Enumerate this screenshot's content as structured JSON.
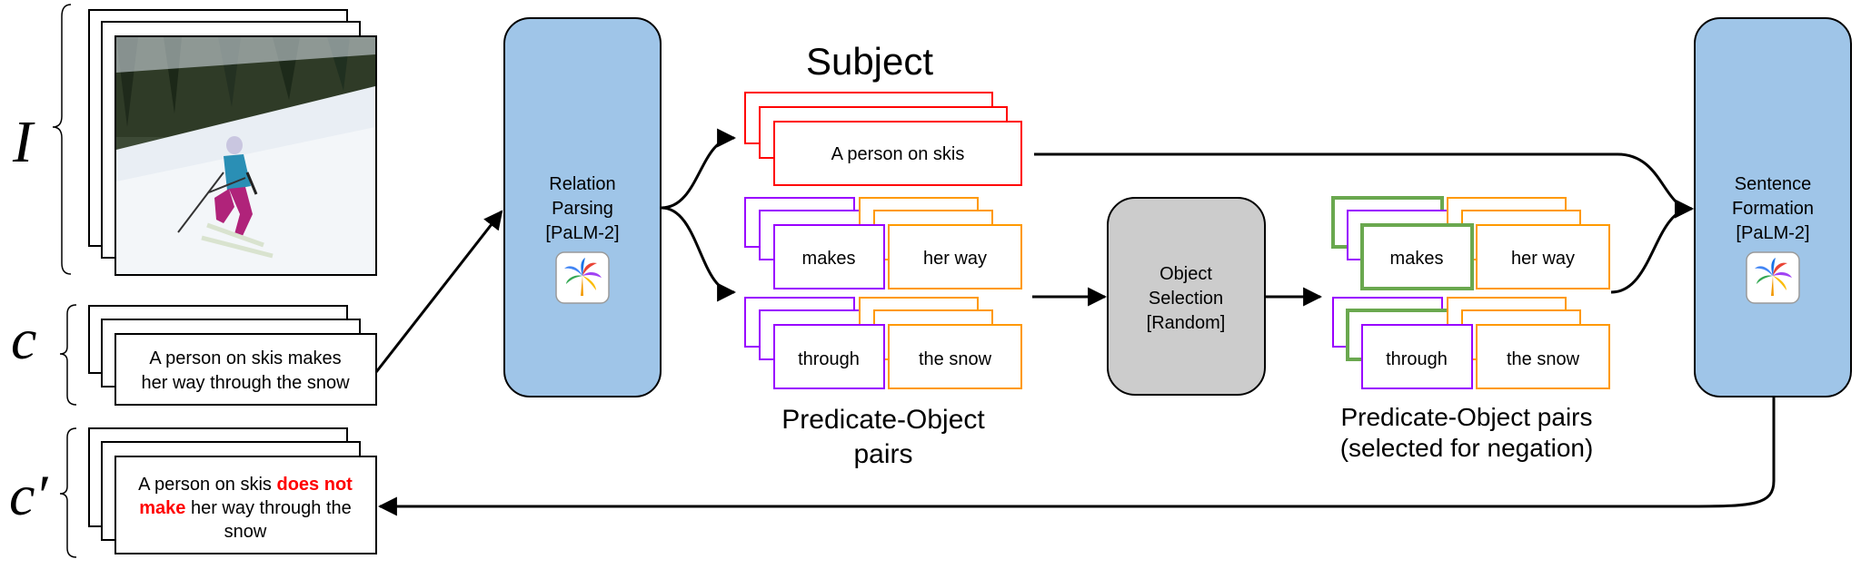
{
  "labels": {
    "image_symbol": "I",
    "caption_symbol": "c",
    "negated_symbol": "c′"
  },
  "caption_card": {
    "line1": "A person on skis makes",
    "line2": "her way through the snow"
  },
  "negated_card": {
    "line1_plain": "A person on skis ",
    "line1_bold": "does not",
    "line2_bold": "make",
    "line2_plain": " her way through the",
    "line3": "snow"
  },
  "relation_box": {
    "line1": "Relation",
    "line2": "Parsing",
    "line3": "[PaLM-2]"
  },
  "subject": {
    "title": "Subject",
    "text": "A person on skis"
  },
  "pairs_left": [
    {
      "predicate": "makes",
      "object": "her way"
    },
    {
      "predicate": "through",
      "object": "the snow"
    }
  ],
  "pairs_left_caption": {
    "line1": "Predicate-Object",
    "line2": "pairs"
  },
  "object_selection": {
    "line1": "Object",
    "line2": "Selection",
    "line3": "[Random]"
  },
  "pairs_right": [
    {
      "predicate": "makes",
      "object": "her way"
    },
    {
      "predicate": "through",
      "object": "the snow"
    }
  ],
  "pairs_right_caption": {
    "line1": "Predicate-Object pairs",
    "line2": "(selected for negation)"
  },
  "sentence_box": {
    "line1": "Sentence",
    "line2": "Formation",
    "line3": "[PaLM-2]"
  },
  "colors": {
    "box_blue": "#9fc5e8",
    "box_gray": "#cccccc",
    "subject_red": "#ff0000",
    "predicate_purple": "#9900ff",
    "object_orange": "#ff9900",
    "selected_green": "#6aa84f",
    "negation_red": "#ff0000"
  },
  "icons": {
    "image": "skier-photo",
    "model": "palm-logo-icon"
  }
}
